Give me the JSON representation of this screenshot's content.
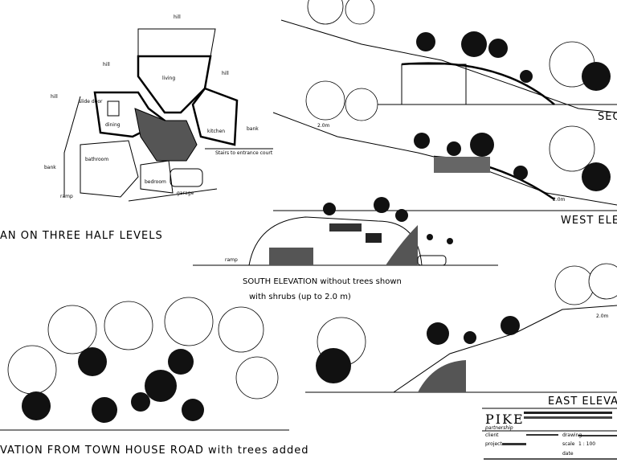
{
  "plan": {
    "title": "AN ON THREE HALF LEVELS",
    "labels": {
      "hill1": "hill",
      "hill2": "hill",
      "hill3": "hill",
      "hill4": "hill",
      "living": "living",
      "dining": "dining",
      "kitchen": "kitchen",
      "bank1": "bank",
      "bank2": "bank",
      "slide_door": "slide door",
      "ramp": "ramp",
      "stairs": "Stairs to entrance court",
      "bathroom": "bathroom",
      "bedroom": "bedroom",
      "garage": "garage"
    }
  },
  "section": {
    "title": "SEC",
    "height_label": "2.0m"
  },
  "west": {
    "title": "WEST ELEV",
    "height_label": "2.0m"
  },
  "south": {
    "title": "SOUTH ELEVATION without trees shown",
    "subtitle": "with shrubs (up to 2.0 m)",
    "ramp": "ramp"
  },
  "east": {
    "title": "EAST ELEVAT",
    "height_label": "2.0m"
  },
  "road": {
    "title": "VATION FROM TOWN HOUSE ROAD with trees added"
  },
  "titleblock": {
    "brand": "PIKE",
    "brand_sub": "partnership",
    "scale_label": "scale",
    "scale": "1 : 100",
    "drawing_label": "drawing",
    "client_label": "client",
    "project_label": "project",
    "date_label": "date"
  }
}
